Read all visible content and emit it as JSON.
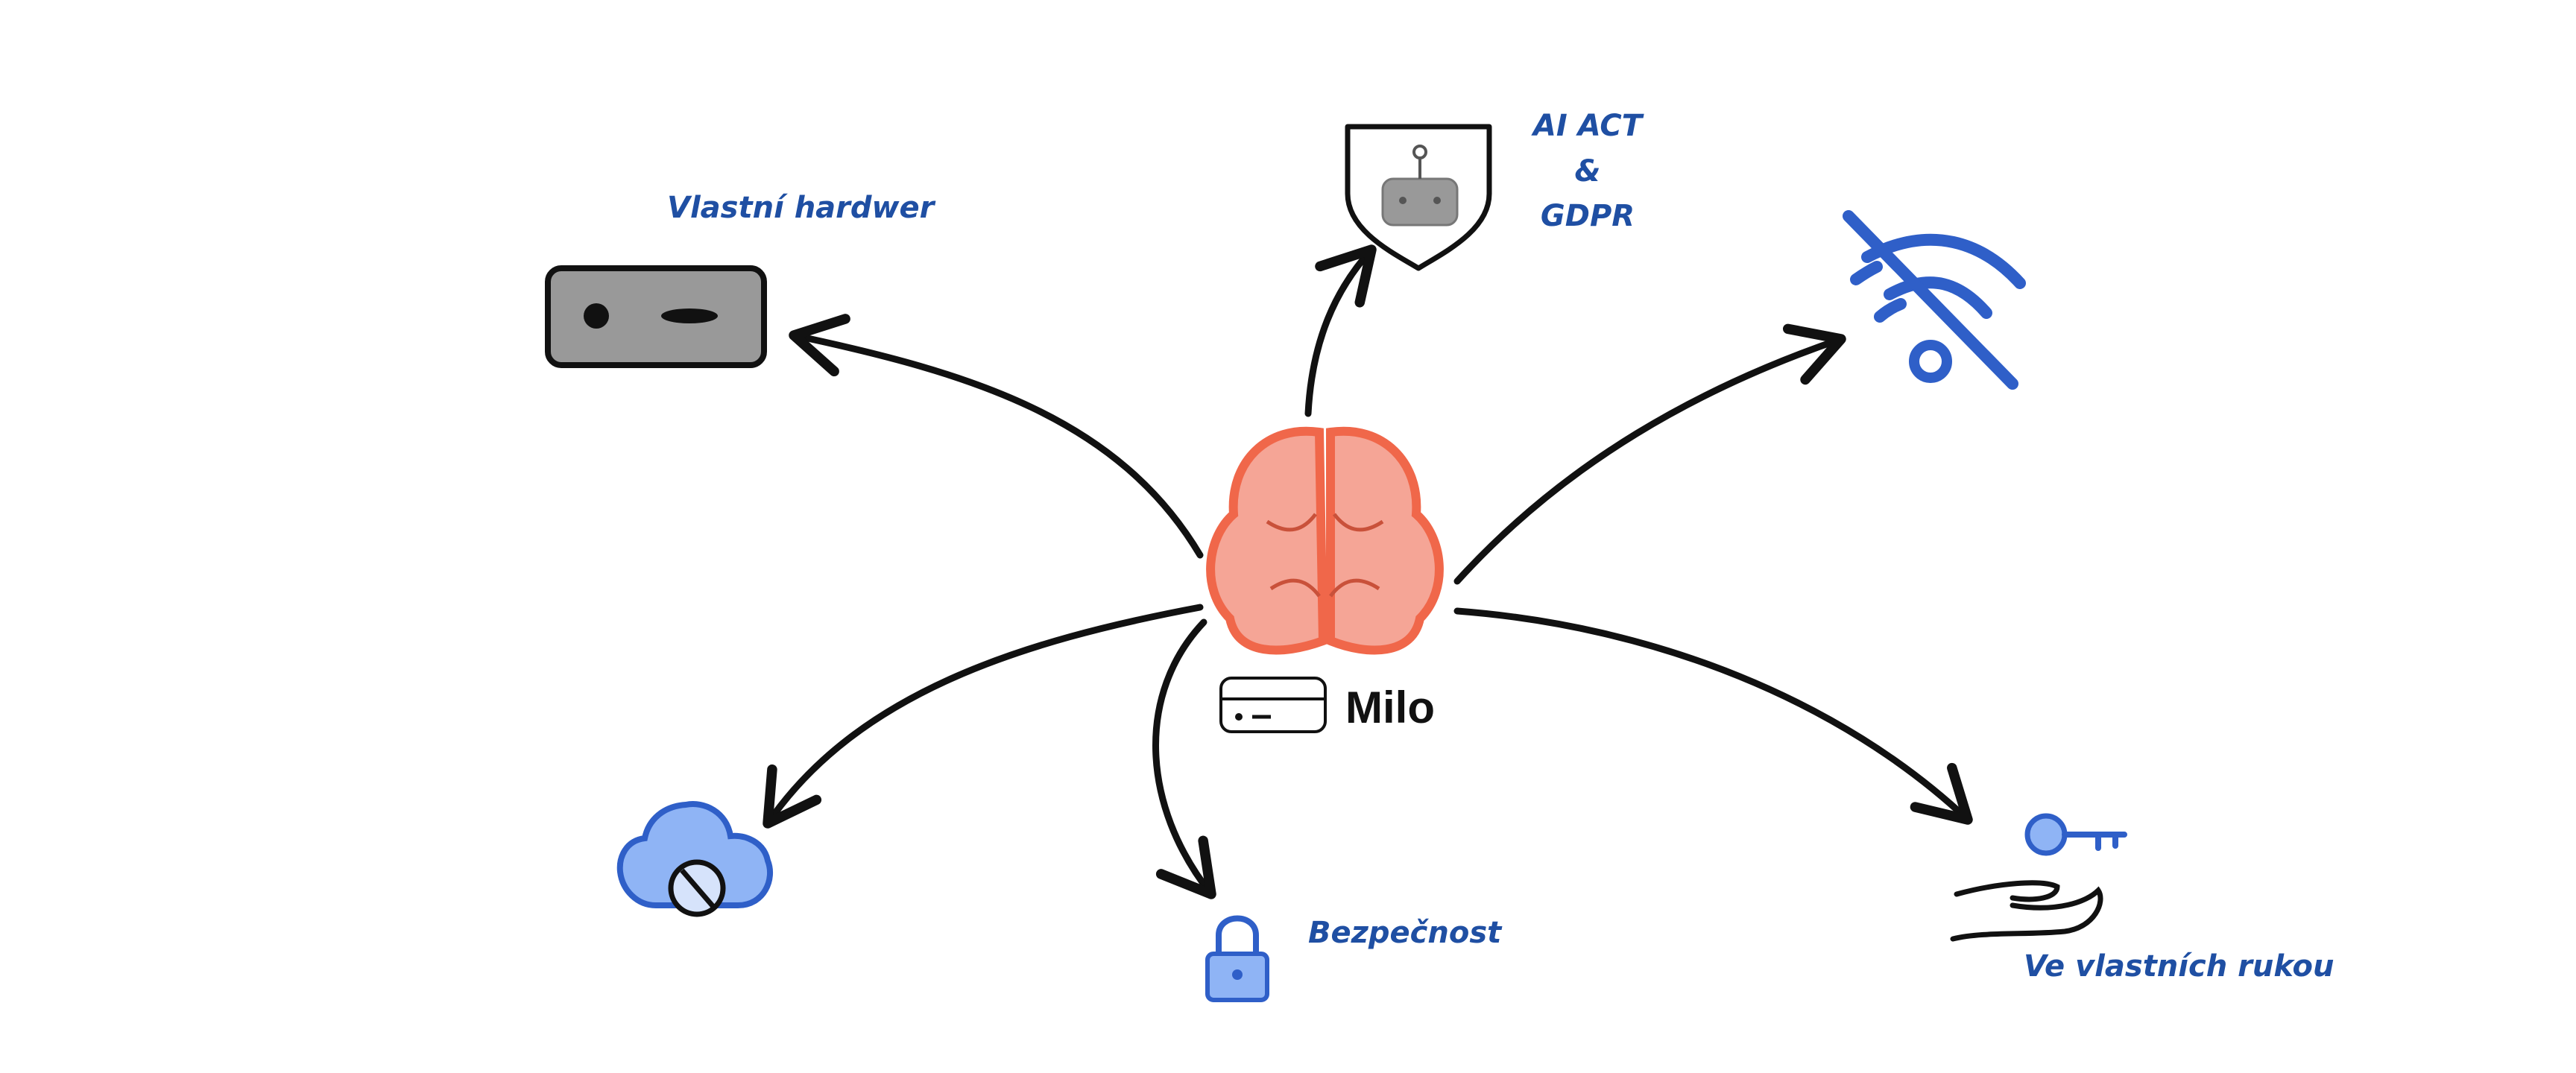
{
  "center": {
    "label": "Milo"
  },
  "nodes": {
    "hardware": {
      "label": "Vlastní hardwer",
      "icon": "mini-computer-icon"
    },
    "ai_act": {
      "label_lines": [
        "AI ACT",
        "&",
        "GDPR"
      ],
      "icon": "robot-shield-icon"
    },
    "offline": {
      "icon": "wifi-off-icon"
    },
    "cloud": {
      "icon": "cloud-blocked-icon"
    },
    "security": {
      "label": "Bezpečnost",
      "icon": "padlock-icon"
    },
    "ownership": {
      "label": "Ve vlastních rukou",
      "icon": "hand-with-key-icon"
    }
  },
  "colors": {
    "accent": "#2f5fc8",
    "label": "#1f4fa3",
    "brain": "#f5a596",
    "brain_stroke": "#f0674a",
    "ink": "#111111",
    "device": "#999999"
  }
}
